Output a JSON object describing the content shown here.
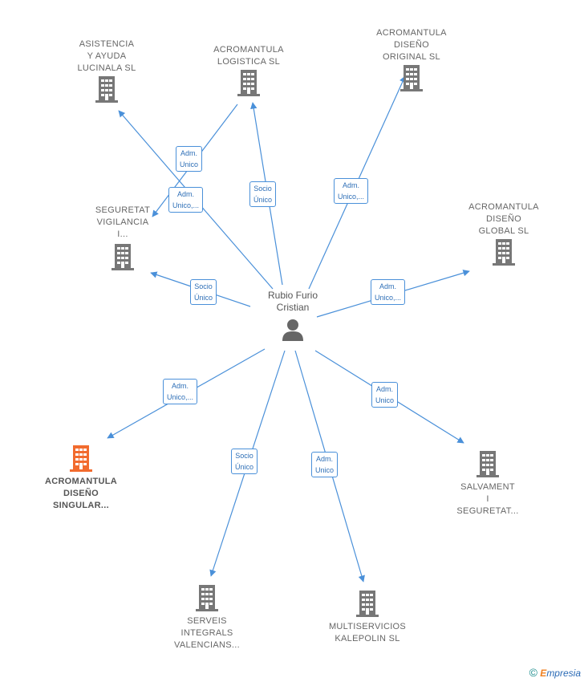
{
  "center": {
    "name": "Rubio Furio\nCristian",
    "icon": "person-icon"
  },
  "nodes": [
    {
      "id": "asistencia",
      "label": "ASISTENCIA\nY AYUDA\nLUCINALA  SL",
      "highlight": false
    },
    {
      "id": "logistica",
      "label": "ACROMANTULA\nLOGISTICA  SL",
      "highlight": false
    },
    {
      "id": "original",
      "label": "ACROMANTULA\nDISEÑO\nORIGINAL  SL",
      "highlight": false
    },
    {
      "id": "seguretat",
      "label": "SEGURETAT\nVIGILANCIA\nI...",
      "highlight": false
    },
    {
      "id": "global",
      "label": "ACROMANTULA\nDISEÑO\nGLOBAL  SL",
      "highlight": false
    },
    {
      "id": "singular",
      "label": "ACROMANTULA\nDISEÑO\nSINGULAR...",
      "highlight": true
    },
    {
      "id": "salvament",
      "label": "SALVAMENT\nI\nSEGURETAT...",
      "highlight": false
    },
    {
      "id": "serveis",
      "label": "SERVEIS\nINTEGRALS\nVALENCIANS...",
      "highlight": false
    },
    {
      "id": "multiservicios",
      "label": "MULTISERVICIOS\nKALEPOLIN  SL",
      "highlight": false
    }
  ],
  "edges": [
    {
      "to": "asistencia",
      "label": "Adm.\nUnico,..."
    },
    {
      "to": "seguretat",
      "label": "Adm.\nUnico"
    },
    {
      "to": "logistica",
      "label": "Socio\nÚnico"
    },
    {
      "to": "original",
      "label": "Adm.\nUnico,..."
    },
    {
      "to": "seguretat",
      "label": "Socio\nÚnico"
    },
    {
      "to": "global",
      "label": "Adm.\nUnico,..."
    },
    {
      "to": "singular",
      "label": "Adm.\nUnico,..."
    },
    {
      "to": "salvament",
      "label": "Adm.\nUnico"
    },
    {
      "to": "serveis",
      "label": "Socio\nÚnico"
    },
    {
      "to": "multiservicios",
      "label": "Adm.\nUnico"
    }
  ],
  "colors": {
    "edge": "#4a90d9",
    "building": "#777777",
    "highlight": "#f26b2e"
  },
  "footer": {
    "copyright": "©",
    "brand_first": "E",
    "brand_rest": "mpresia"
  }
}
